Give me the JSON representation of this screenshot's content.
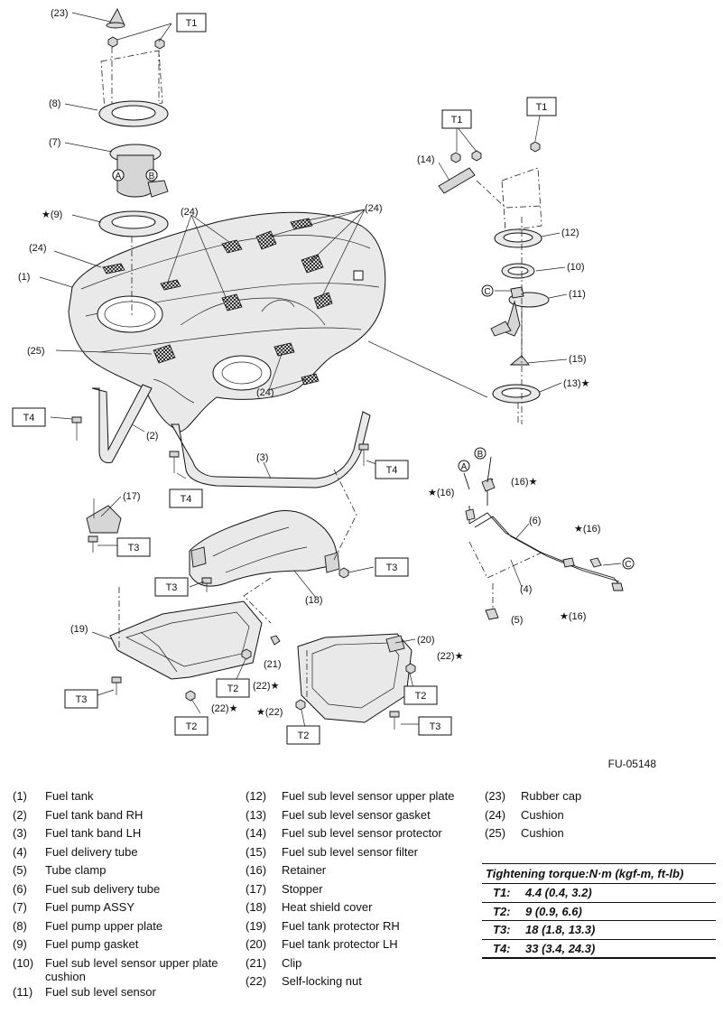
{
  "figure_code": "FU-05148",
  "torque_labels": [
    "T1",
    "T2",
    "T3",
    "T4"
  ],
  "part_numbers": [
    "(1)",
    "(2)",
    "(3)",
    "(4)",
    "(5)",
    "(6)",
    "(7)",
    "(8)",
    "(9)",
    "(10)",
    "(11)",
    "(12)",
    "(13)",
    "(14)",
    "(15)",
    "(16)",
    "(17)",
    "(18)",
    "(19)",
    "(20)",
    "(21)",
    "(22)",
    "(23)",
    "(24)",
    "(25)"
  ],
  "connector_marks": [
    "A",
    "B",
    "C"
  ],
  "star_glyph": "★",
  "parts_col1": [
    {
      "num": "(1)",
      "name": "Fuel tank"
    },
    {
      "num": "(2)",
      "name": "Fuel tank band RH"
    },
    {
      "num": "(3)",
      "name": "Fuel tank band LH"
    },
    {
      "num": "(4)",
      "name": "Fuel delivery tube"
    },
    {
      "num": "(5)",
      "name": "Tube clamp"
    },
    {
      "num": "(6)",
      "name": "Fuel sub delivery tube"
    },
    {
      "num": "(7)",
      "name": "Fuel pump ASSY"
    },
    {
      "num": "(8)",
      "name": "Fuel pump upper plate"
    },
    {
      "num": "(9)",
      "name": "Fuel pump gasket"
    },
    {
      "num": "(10)",
      "name": "Fuel sub level sensor upper plate cushion"
    },
    {
      "num": "(11)",
      "name": "Fuel sub level sensor"
    }
  ],
  "parts_col2": [
    {
      "num": "(12)",
      "name": "Fuel sub level sensor upper plate"
    },
    {
      "num": "(13)",
      "name": "Fuel sub level sensor gasket"
    },
    {
      "num": "(14)",
      "name": "Fuel sub level sensor protector"
    },
    {
      "num": "(15)",
      "name": "Fuel sub level sensor filter"
    },
    {
      "num": "(16)",
      "name": "Retainer"
    },
    {
      "num": "(17)",
      "name": "Stopper"
    },
    {
      "num": "(18)",
      "name": "Heat shield cover"
    },
    {
      "num": "(19)",
      "name": "Fuel tank protector RH"
    },
    {
      "num": "(20)",
      "name": "Fuel tank protector LH"
    },
    {
      "num": "(21)",
      "name": "Clip"
    },
    {
      "num": "(22)",
      "name": "Self-locking nut"
    }
  ],
  "parts_col3": [
    {
      "num": "(23)",
      "name": "Rubber cap"
    },
    {
      "num": "(24)",
      "name": "Cushion"
    },
    {
      "num": "(25)",
      "name": "Cushion"
    }
  ],
  "torque": {
    "title": "Tightening torque:N·m (kgf-m, ft-lb)",
    "rows": [
      {
        "key": "T1:",
        "value": "4.4 (0.4, 3.2)"
      },
      {
        "key": "T2:",
        "value": "9 (0.9, 6.6)"
      },
      {
        "key": "T3:",
        "value": "18 (1.8, 13.3)"
      },
      {
        "key": "T4:",
        "value": "33 (3.4, 24.3)"
      }
    ]
  }
}
